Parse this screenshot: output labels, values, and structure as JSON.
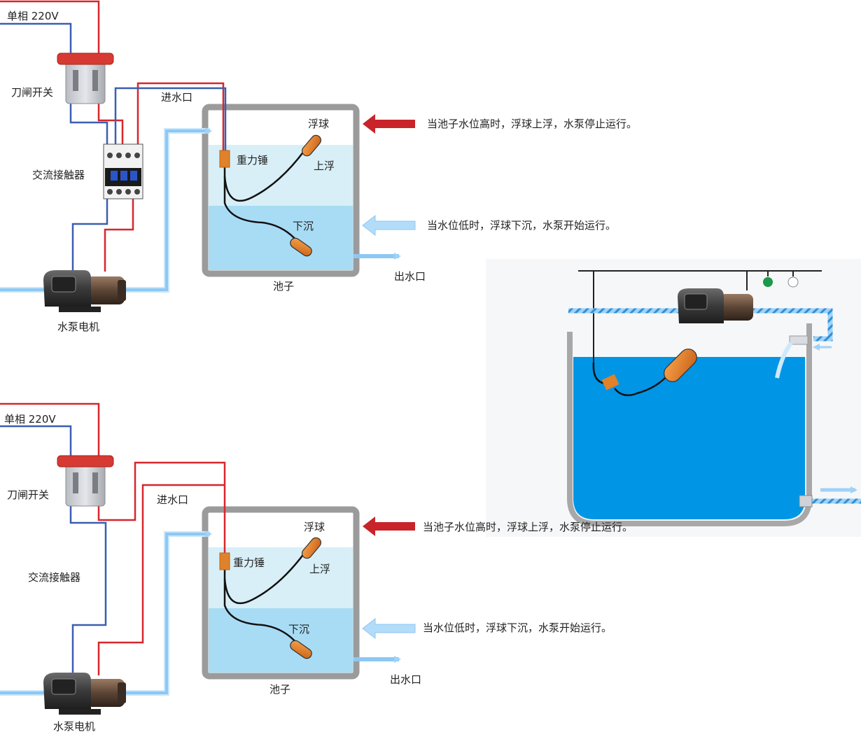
{
  "colors": {
    "live_wire": "#d7262c",
    "neutral_wire": "#3a5fb0",
    "pipe": "#9fd2f7",
    "tank_frame": "#9b9b9b",
    "water_top": "#d8eff7",
    "water_bottom": "#a8dcf4",
    "float": "#e8852b",
    "weight": "#e0822a",
    "scene_water": "#0095e5",
    "indicator_green": "#1a9a4a"
  },
  "diagrams": [
    {
      "power": "单相 220V",
      "knife_switch": "刀闸开关",
      "contactor": "交流接触器",
      "pump": "水泵电机",
      "inlet": "进水口",
      "outlet": "出水口",
      "tank": "池子",
      "float": "浮球",
      "weight": "重力锤",
      "up": "上浮",
      "down": "下沉",
      "note_high": "当池子水位高时，浮球上浮，水泵停止运行。",
      "note_low": "当水位低时，浮球下沉，水泵开始运行。"
    },
    {
      "power": "单相 220V",
      "knife_switch": "刀闸开关",
      "contactor": "交流接触器",
      "pump": "水泵电机",
      "inlet": "进水口",
      "outlet": "出水口",
      "tank": "池子",
      "float": "浮球",
      "weight": "重力锤",
      "up": "上浮",
      "down": "下沉",
      "note_high": "当池子水位高时，浮球上浮，水泵停止运行。",
      "note_low": "当水位低时，浮球下沉，水泵开始运行。"
    }
  ],
  "icons": {
    "knife_switch": "knife-switch-icon",
    "contactor": "contactor-icon",
    "pump": "pump-motor-icon",
    "float": "float-ball-icon",
    "weight": "weight-icon"
  }
}
